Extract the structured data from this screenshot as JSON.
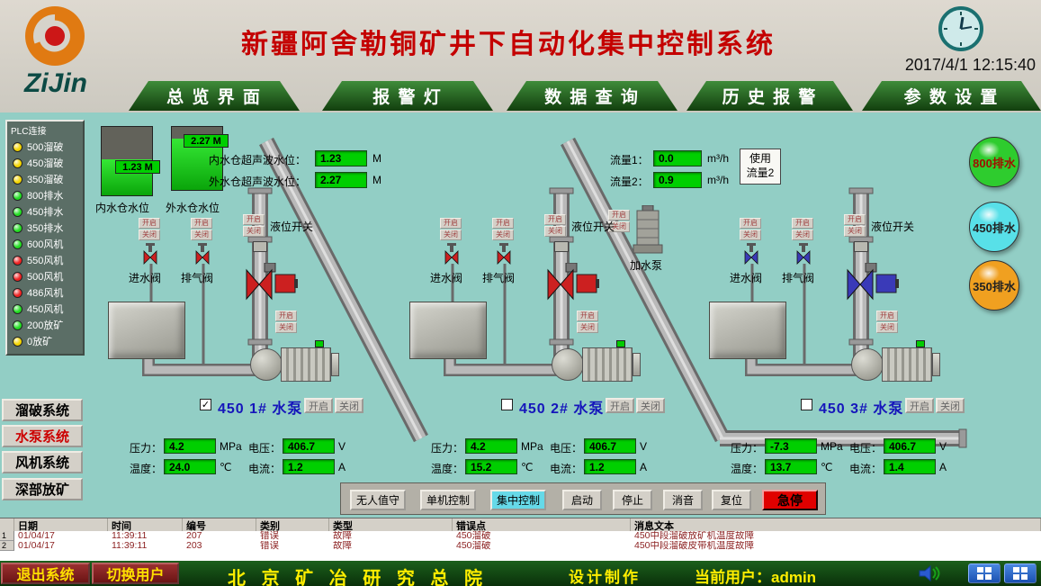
{
  "header": {
    "title": "新疆阿舍勒铜矿井下自动化集中控制系统",
    "datetime": "2017/4/1 12:15:40",
    "logo_text": "ZiJin"
  },
  "tabs": [
    {
      "label": "总 览 界 面"
    },
    {
      "label": "报  警  灯"
    },
    {
      "label": "数 据 查 询"
    },
    {
      "label": "历 史 报 警"
    },
    {
      "label": "参 数 设 置"
    }
  ],
  "plc": {
    "title": "PLC连接",
    "items": [
      {
        "label": "500溜破",
        "color": "#f2d400"
      },
      {
        "label": "450溜破",
        "color": "#f2d400"
      },
      {
        "label": "350溜破",
        "color": "#f2d400"
      },
      {
        "label": "800排水",
        "color": "#22dd22"
      },
      {
        "label": "450排水",
        "color": "#22dd22"
      },
      {
        "label": "350排水",
        "color": "#22dd22"
      },
      {
        "label": "600风机",
        "color": "#22dd22"
      },
      {
        "label": "550风机",
        "color": "#ee2222"
      },
      {
        "label": "500风机",
        "color": "#ee2222"
      },
      {
        "label": "486风机",
        "color": "#ee2222"
      },
      {
        "label": "450风机",
        "color": "#22dd22"
      },
      {
        "label": "200放矿",
        "color": "#22dd22"
      },
      {
        "label": "0放矿",
        "color": "#f2d400"
      }
    ]
  },
  "systems": [
    {
      "label": "溜破系统",
      "color": "#000000"
    },
    {
      "label": "水泵系统",
      "color": "#cc0000"
    },
    {
      "label": "风机系统",
      "color": "#000000"
    },
    {
      "label": "深部放矿",
      "color": "#000000"
    }
  ],
  "levels": {
    "inner": {
      "label": "内水仓水位",
      "value": "1.23 M",
      "fill": "52%"
    },
    "outer": {
      "label": "外水仓水位",
      "value": "2.27 M",
      "fill": "82%"
    }
  },
  "readouts": {
    "inner_label": "内水仓超声波水位：",
    "inner_value": "1.23",
    "outer_label": "外水仓超声波水位：",
    "outer_value": "2.27",
    "level_unit": "M",
    "flow1_label": "流量1：",
    "flow1_value": "0.0",
    "flow2_label": "流量2：",
    "flow2_value": "0.9",
    "flow_unit": "m³/h",
    "use_flow_line1": "使用",
    "use_flow_line2": "流量2"
  },
  "add_pump": {
    "label": "加水泵"
  },
  "valve": {
    "open": "开启",
    "close": "关闭",
    "inlet": "进水阀",
    "exhaust": "排气阀",
    "level_switch": "液位开关"
  },
  "meas": {
    "pressure": "压力：",
    "mpa": "MPa",
    "voltage": "电压：",
    "v": "V",
    "temperature": "温度：",
    "c": "℃",
    "current": "电流：",
    "a": "A"
  },
  "pumps": [
    {
      "name": "450 1# 水泵",
      "check": "✓",
      "valve_color": "#cc2020",
      "pressure": "4.2",
      "voltage": "406.7",
      "temperature": "24.0",
      "current": "1.2"
    },
    {
      "name": "450 2# 水泵",
      "check": "",
      "valve_color": "#cc2020",
      "pressure": "4.2",
      "voltage": "406.7",
      "temperature": "15.2",
      "current": "1.2"
    },
    {
      "name": "450 3# 水泵",
      "check": "",
      "valve_color": "#3a3ab8",
      "pressure": "-7.3",
      "voltage": "406.7",
      "temperature": "13.7",
      "current": "1.4"
    }
  ],
  "controls": [
    {
      "label": "无人值守",
      "bg": "#d4d0c8"
    },
    {
      "label": "单机控制",
      "bg": "#d4d0c8"
    },
    {
      "label": "集中控制",
      "bg": "#66d9e8"
    },
    {
      "label": "启动",
      "bg": "#d4d0c8"
    },
    {
      "label": "停止",
      "bg": "#d4d0c8"
    },
    {
      "label": "消音",
      "bg": "#d4d0c8"
    },
    {
      "label": "复位",
      "bg": "#d4d0c8"
    },
    {
      "label": "急停",
      "bg": "#e00000"
    }
  ],
  "drains": [
    {
      "label": "800排水",
      "color": "#2ecc2e",
      "text_color": "#a01000"
    },
    {
      "label": "450排水",
      "color": "#58e0e8",
      "text_color": "#222222"
    },
    {
      "label": "350排水",
      "color": "#f0a020",
      "text_color": "#222222"
    }
  ],
  "alarms": {
    "headers": [
      "日期",
      "时间",
      "编号",
      "类别",
      "类型",
      "错误点",
      "消息文本"
    ],
    "rows": [
      {
        "num": "1",
        "date": "01/04/17",
        "time": "11:39:11",
        "code": "207",
        "category": "错误",
        "type": "故障",
        "point": "450溜破",
        "message": "450中段溜破放矿机温度故障"
      },
      {
        "num": "2",
        "date": "01/04/17",
        "time": "11:39:11",
        "code": "203",
        "category": "错误",
        "type": "故障",
        "point": "450溜破",
        "message": "450中段溜破皮带机温度故障"
      }
    ]
  },
  "footer": {
    "exit": "退出系统",
    "switch_user": "切换用户",
    "org": "北 京 矿 冶 研 究 总 院",
    "credit": "设计制作",
    "user_label": "当前用户：",
    "user": "admin"
  }
}
